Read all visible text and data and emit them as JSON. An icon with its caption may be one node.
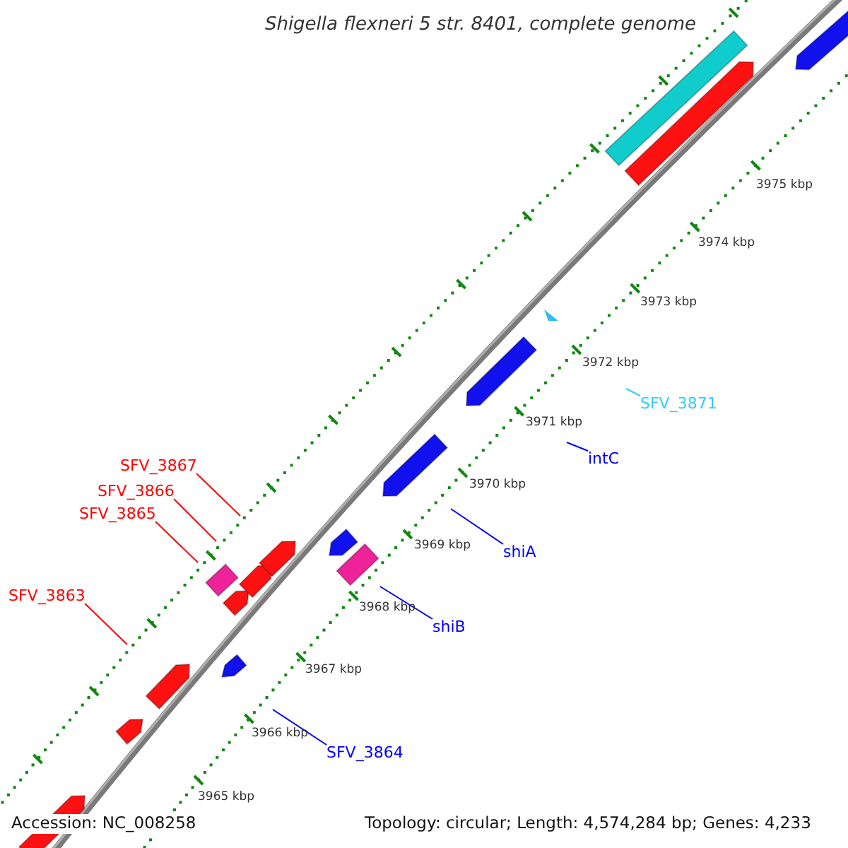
{
  "diagram": {
    "title": "Shigella flexneri 5 str. 8401, complete genome",
    "nodes": [
      {
        "text": [
          "SFV_3871"
        ]
      },
      {
        "text": [
          "intC"
        ]
      },
      {
        "text": [
          "SFV_3867"
        ]
      },
      {
        "text": [
          "SFV_3866"
        ]
      },
      {
        "text": [
          "SFV_3865"
        ]
      },
      {
        "text": [
          "shiA"
        ]
      },
      {
        "text": [
          "shiB"
        ]
      },
      {
        "text": [
          "SFV_3863"
        ]
      },
      {
        "text": [
          "SFV_3864"
        ]
      }
    ],
    "edges": [
      {
        "from": 0,
        "to": null,
        "arrow": "none",
        "color": "#33ccff"
      },
      {
        "from": 1,
        "to": null,
        "arrow": "none",
        "color": "#0000ff"
      },
      {
        "from": 2,
        "to": null,
        "arrow": "none",
        "color": "#ff0000"
      },
      {
        "from": 3,
        "to": null,
        "arrow": "none",
        "color": "#ff0000"
      },
      {
        "from": 4,
        "to": null,
        "arrow": "none",
        "color": "#ff0000"
      },
      {
        "from": 5,
        "to": null,
        "arrow": "none",
        "color": "#0000ff"
      },
      {
        "from": 6,
        "to": null,
        "arrow": "none",
        "color": "#0000ff"
      },
      {
        "from": 7,
        "to": null,
        "arrow": "none",
        "color": "#ff0000"
      },
      {
        "from": 8,
        "to": null,
        "arrow": "none",
        "color": "#0000ff"
      }
    ],
    "labels": [
      "3975 kbp",
      "3974 kbp",
      "3973 kbp",
      "3972 kbp",
      "3971 kbp",
      "3970 kbp",
      "3969 kbp",
      "3968 kbp",
      "3967 kbp",
      "3966 kbp",
      "3965 kbp",
      "Accession: NC_008258",
      "Topology: circular; Length: 4,574,284 bp; Genes: 4,233"
    ]
  }
}
